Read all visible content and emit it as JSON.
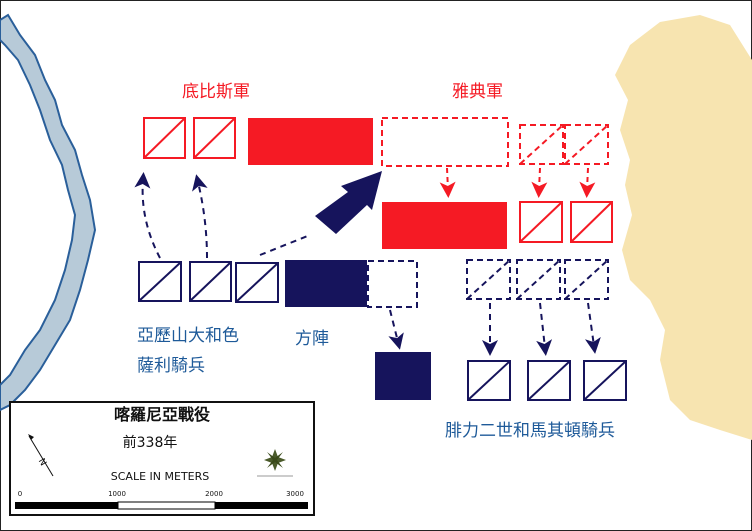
{
  "labels": {
    "thebes": "底比斯軍",
    "athens": "雅典軍",
    "alexander_line1": "亞歷山大和色",
    "alexander_line2": "薩利騎兵",
    "phalanx": "方陣",
    "philip": "腓力二世和馬其頓騎兵"
  },
  "legend": {
    "title": "喀羅尼亞戰役",
    "date": "前338年",
    "compass_letter": "N",
    "scale_title": "SCALE IN METERS",
    "scale_ticks": [
      "0",
      "1000",
      "2000",
      "3000"
    ]
  },
  "colors": {
    "allied": "#f51a24",
    "macedonian": "#16145c",
    "label_blue": "#1e5a99",
    "river": "#b7cad8",
    "river_edge": "#2a5f9a",
    "land": "#f7e4b0"
  }
}
